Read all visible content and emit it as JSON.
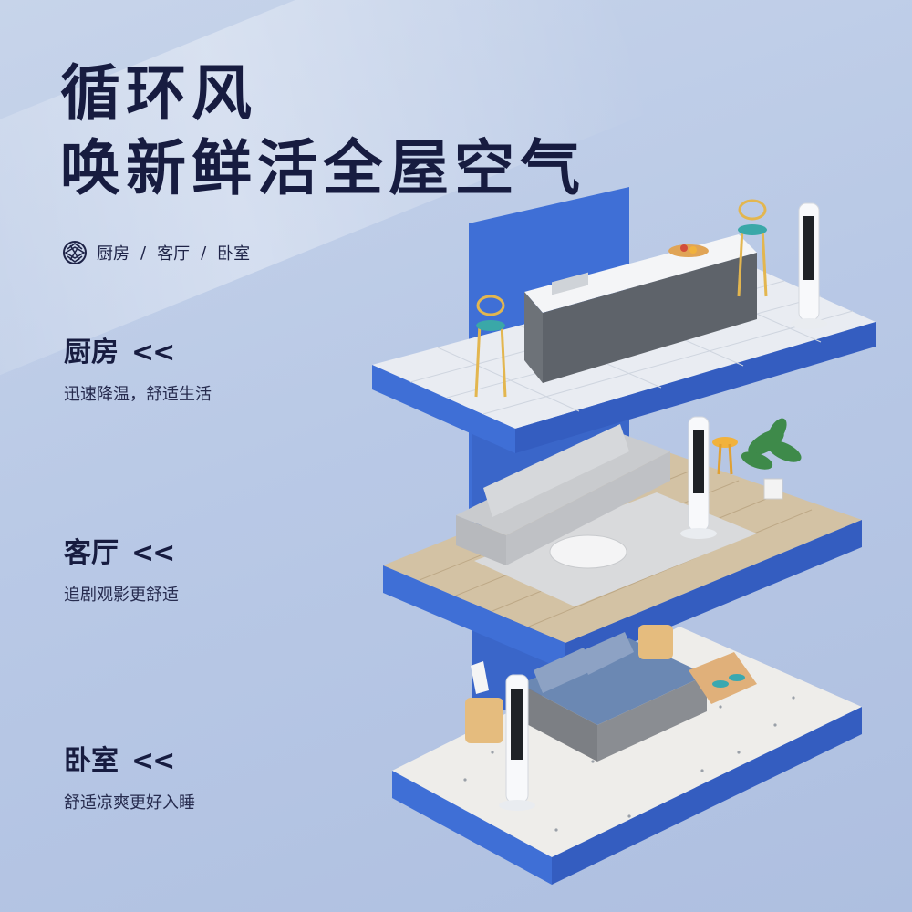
{
  "headline": {
    "line1": "循环风",
    "line2": "唤新鲜活全屋空气"
  },
  "rooms_bar": {
    "icon": "lattice-icon",
    "items": [
      "厨房",
      "客厅",
      "卧室"
    ],
    "separator": "/"
  },
  "sections": [
    {
      "title": "厨房",
      "chevron": "<<",
      "desc": "迅速降温，舒适生活"
    },
    {
      "title": "客厅",
      "chevron": "<<",
      "desc": "追剧观影更舒适"
    },
    {
      "title": "卧室",
      "chevron": "<<",
      "desc": "舒适凉爽更好入睡"
    }
  ],
  "colors": {
    "background": "#b9c9e6",
    "heading": "#171c40",
    "slab_blue": "#3f6fd6"
  }
}
